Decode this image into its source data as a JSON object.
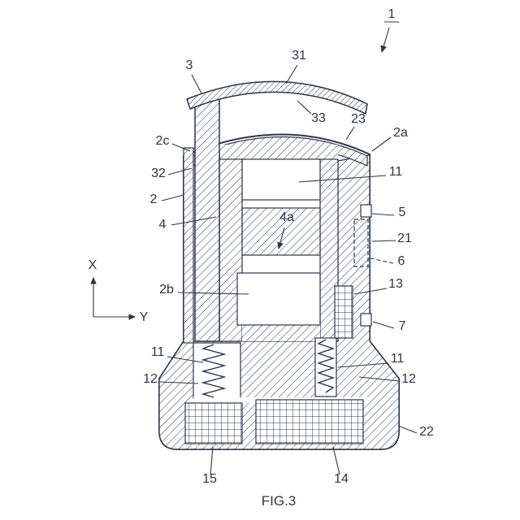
{
  "figure": {
    "caption": "FIG.3",
    "axis": {
      "x": "X",
      "y": "Y"
    }
  },
  "labels": {
    "n1": "1",
    "n3": "3",
    "n31": "31",
    "n33": "33",
    "n23": "23",
    "n2a": "2a",
    "n2c": "2c",
    "n32": "32",
    "n2": "2",
    "n4": "4",
    "n11_top": "11",
    "n4a": "4a",
    "n5": "5",
    "n21": "21",
    "n6": "6",
    "n13": "13",
    "n2b": "2b",
    "n7": "7",
    "n11_left": "11",
    "n12_left": "12",
    "n11_right": "11",
    "n12_right": "12",
    "n22": "22",
    "n15": "15",
    "n14": "14"
  },
  "colors": {
    "ink": "#2b3648",
    "background": "#ffffff"
  }
}
